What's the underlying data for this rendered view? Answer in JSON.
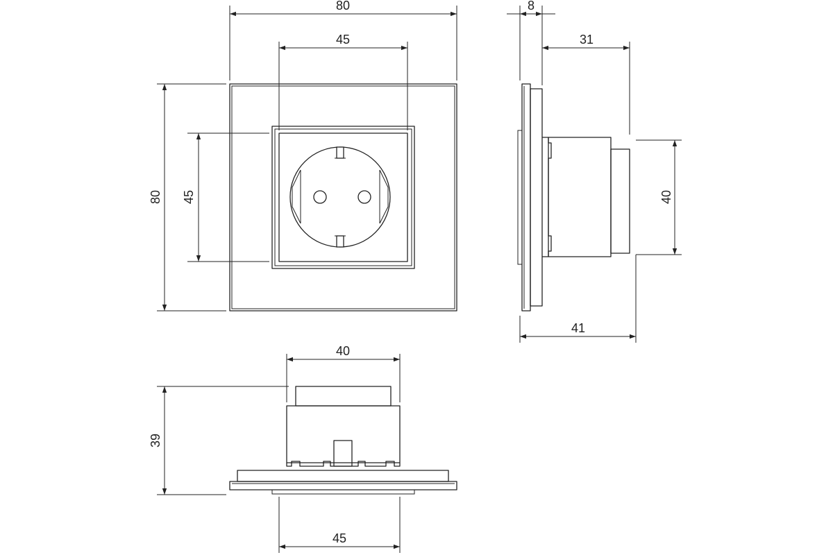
{
  "drawing": {
    "front_view": {
      "width_label": "80",
      "height_label": "80",
      "insert_width_label": "45",
      "insert_height_label": "45"
    },
    "side_view": {
      "frame_depth_label": "8",
      "insert_depth_label": "31",
      "body_height_label": "40",
      "total_depth_label": "41"
    },
    "top_view": {
      "body_width_label": "40",
      "body_depth_label": "39",
      "insert_width_label": "45"
    }
  }
}
